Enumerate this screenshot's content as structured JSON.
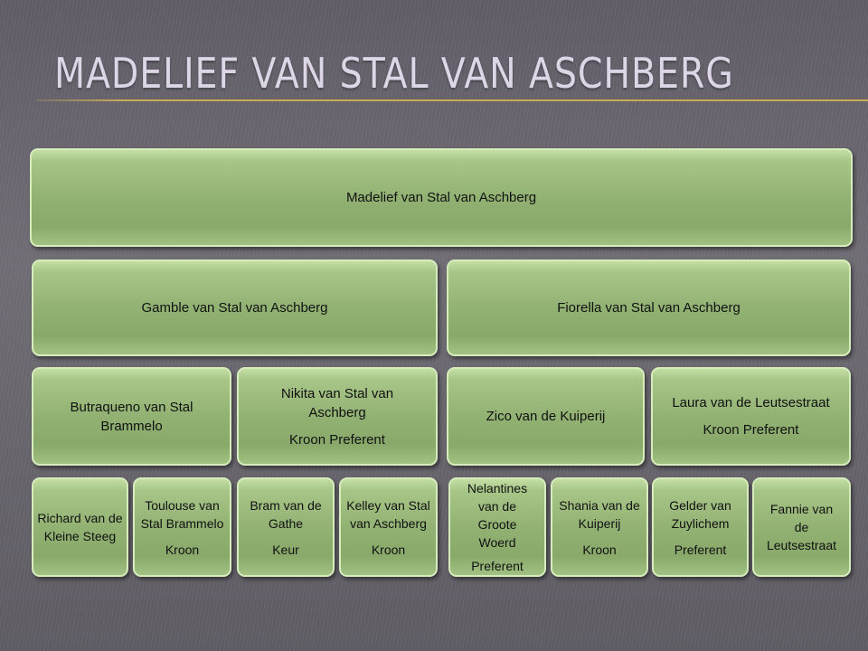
{
  "title": "MADELIEF VAN STAL VAN ASCHBERG",
  "subject": {
    "name": "Madelief van Stal van Aschberg"
  },
  "parents": [
    {
      "name": "Gamble van Stal van Aschberg"
    },
    {
      "name": "Fiorella van Stal van Aschberg"
    }
  ],
  "grandparents": [
    {
      "name": "Butraqueno van Stal Brammelo",
      "grade": ""
    },
    {
      "name": "Nikita van Stal van Aschberg",
      "grade": "Kroon Preferent"
    },
    {
      "name": "Zico van de Kuiperij",
      "grade": ""
    },
    {
      "name": "Laura van de Leutsestraat",
      "grade": "Kroon Preferent"
    }
  ],
  "great_grandparents": [
    {
      "name": "Richard van de Kleine Steeg",
      "grade": ""
    },
    {
      "name": "Toulouse van Stal Brammelo",
      "grade": "Kroon"
    },
    {
      "name": "Bram van de Gathe",
      "grade": "Keur"
    },
    {
      "name": "Kelley van Stal van Aschberg",
      "grade": "Kroon"
    },
    {
      "name": "Nelantines van de Groote Woerd",
      "grade": "Preferent"
    },
    {
      "name": "Shania van de Kuiperij",
      "grade": "Kroon"
    },
    {
      "name": "Gelder van Zuylichem",
      "grade": "Preferent"
    },
    {
      "name": "Fannie van de Leutsestraat",
      "grade": ""
    }
  ]
}
